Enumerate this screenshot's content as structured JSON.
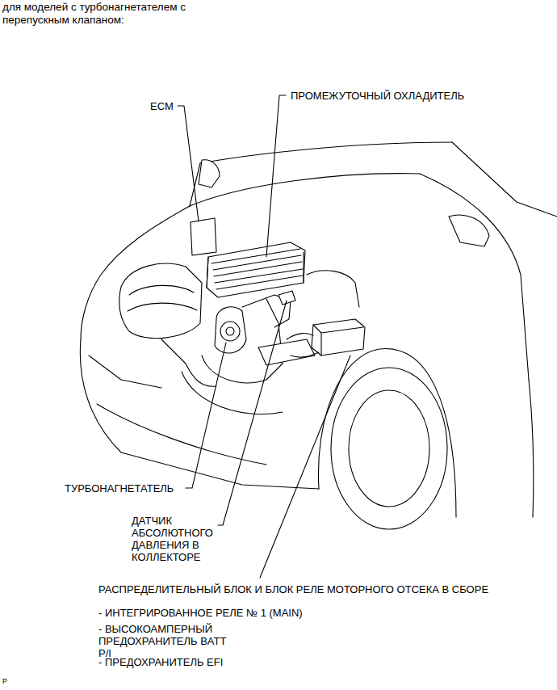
{
  "diagram": {
    "title": "для моделей с турбонагнетателем с перепускным клапаном:",
    "labels": [
      "ECM",
      "ПРОМЕЖУТОЧНЫЙ ОХЛАДИТЕЛЬ",
      "ТУРБОНАГНЕТАТЕЛЬ",
      "ДАТЧИК АБСОЛЮТНОГО ДАВЛЕНИЯ В КОЛЛЕКТОРЕ",
      "РАСПРЕДЕЛИТЕЛЬНЫЙ БЛОК И БЛОК РЕЛЕ МОТОРНОГО ОТСЕКА В СБОРЕ",
      "- ИНТЕГРИРОВАННОЕ РЕЛЕ № 1 (MAIN)",
      "- ВЫСОКОАМПЕРНЫЙ ПРЕДОХРАНИТЕЛЬ BATT P/I",
      "- ПРЕДОХРАНИТЕЛЬ EFI",
      "P"
    ]
  }
}
